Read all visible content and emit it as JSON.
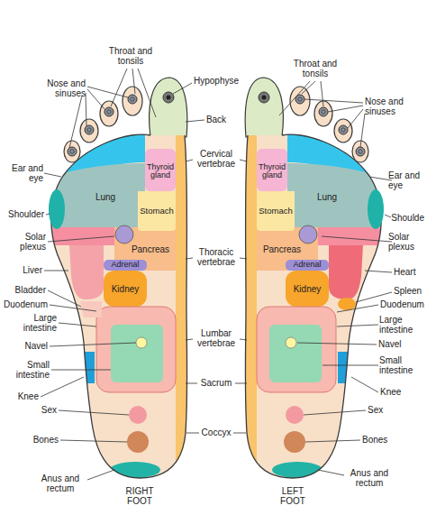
{
  "diagram": {
    "nodes": [
      {
        "text": [
          "Thyroid gland"
        ]
      },
      {
        "text": [
          "Thyroid gland"
        ]
      },
      {
        "text": [
          "Lung"
        ]
      },
      {
        "text": [
          "Lung"
        ]
      },
      {
        "text": [
          "Stomach"
        ]
      },
      {
        "text": [
          "Stomach"
        ]
      },
      {
        "text": [
          "Pancreas"
        ]
      },
      {
        "text": [
          "Pancreas"
        ]
      },
      {
        "text": [
          "Adrenal"
        ]
      },
      {
        "text": [
          "Adrenal"
        ]
      },
      {
        "text": [
          "Kidney"
        ]
      },
      {
        "text": [
          "Kidney"
        ]
      }
    ],
    "labels": [
      "Throat and tonsils",
      "Nose and sinuses",
      "Hypophyse",
      "Throat and tonsils",
      "Back",
      "Nose and sinuses",
      "Cervical vertebrae",
      "Ear and eye",
      "Ear and eye",
      "Shoulder",
      "Shoulde",
      "Solar plexus",
      "Solar plexus",
      "Thoracic vertebrae",
      "Liver",
      "Heart",
      "Bladder",
      "Spleen",
      "Duodenum",
      "Duodenum",
      "Large intestine",
      "Large intestine",
      "Lumbar vertebrae",
      "Navel",
      "Navel",
      "Small intestine",
      "Small intestine",
      "Sacrum",
      "Knee",
      "Knee",
      "Sex",
      "Sex",
      "Coccyx",
      "Bones",
      "Bones",
      "Anus and rectum",
      "RIGHT FOOT",
      "Anus and rectum",
      "LEFT FOOT"
    ]
  }
}
